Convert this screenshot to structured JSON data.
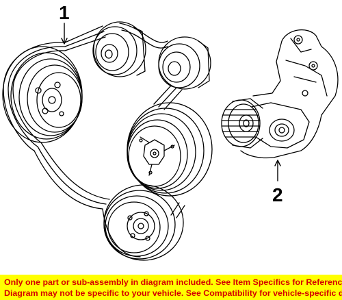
{
  "diagram": {
    "callouts": [
      {
        "label": "1",
        "part": "serpentine belt"
      },
      {
        "label": "2",
        "part": "belt tensioner"
      }
    ]
  },
  "disclaimer": {
    "line1": "Only one part or sub-assembly in diagram included. See Item Specifics for Reference #.",
    "line2": "Diagram may not be specific to your vehicle. See Compatibility for vehicle-specific details.",
    "background": "#ffff00",
    "text_color": "#d40000"
  }
}
